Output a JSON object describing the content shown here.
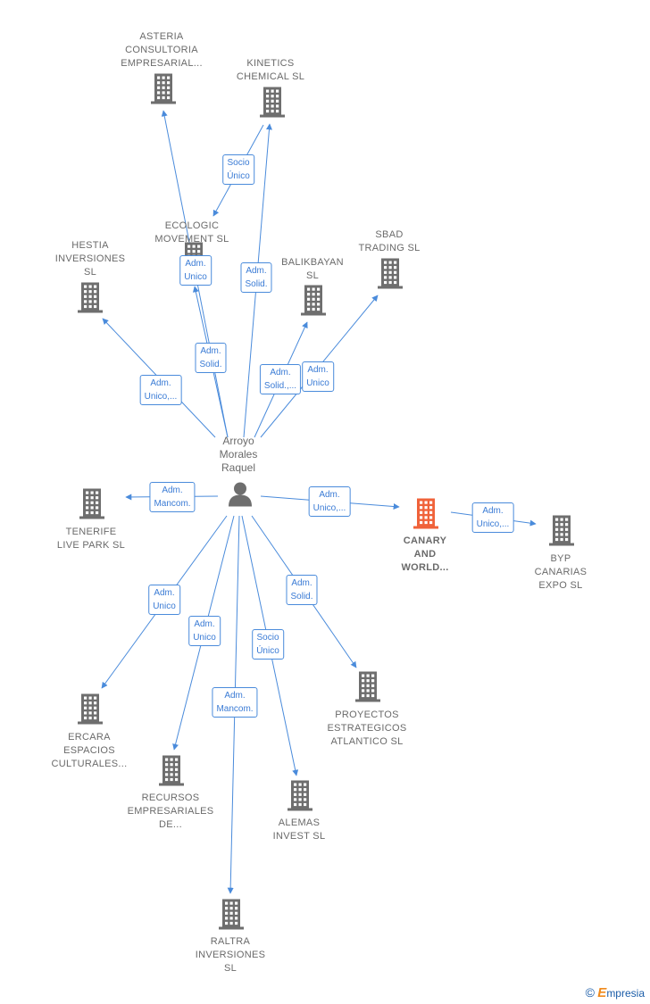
{
  "person": {
    "name_lines": [
      "Arroyo",
      "Morales",
      "Raquel"
    ]
  },
  "nodes": [
    {
      "id": "asteria",
      "lines": [
        "ASTERIA",
        "CONSULTORIA",
        "EMPRESARIAL..."
      ],
      "focus": false
    },
    {
      "id": "kinetics",
      "lines": [
        "KINETICS",
        "CHEMICAL  SL"
      ],
      "focus": false
    },
    {
      "id": "ecologic",
      "lines": [
        "ECOLOGIC",
        "MOVEMENT  SL"
      ],
      "focus": false
    },
    {
      "id": "hestia",
      "lines": [
        "HESTIA",
        "INVERSIONES",
        "SL"
      ],
      "focus": false
    },
    {
      "id": "balikbayan",
      "lines": [
        "BALIKBAYAN",
        "SL"
      ],
      "focus": false
    },
    {
      "id": "sbad",
      "lines": [
        "SBAD",
        "TRADING  SL"
      ],
      "focus": false
    },
    {
      "id": "tenerife",
      "lines": [
        "TENERIFE",
        "LIVE PARK  SL"
      ],
      "focus": false
    },
    {
      "id": "canary",
      "lines": [
        "CANARY",
        "AND",
        "WORLD..."
      ],
      "focus": true
    },
    {
      "id": "byp",
      "lines": [
        "BYP",
        "CANARIAS",
        "EXPO  SL"
      ],
      "focus": false
    },
    {
      "id": "proyectos",
      "lines": [
        "PROYECTOS",
        "ESTRATEGICOS",
        "ATLANTICO  SL"
      ],
      "focus": false
    },
    {
      "id": "ercara",
      "lines": [
        "ERCARA",
        "ESPACIOS",
        "CULTURALES..."
      ],
      "focus": false
    },
    {
      "id": "recursos",
      "lines": [
        "RECURSOS",
        "EMPRESARIALES",
        "DE..."
      ],
      "focus": false
    },
    {
      "id": "alemas",
      "lines": [
        "ALEMAS",
        "INVEST  SL"
      ],
      "focus": false
    },
    {
      "id": "raltra",
      "lines": [
        "RALTRA",
        "INVERSIONES",
        "SL"
      ],
      "focus": false
    }
  ],
  "edges": [
    {
      "from": "person",
      "to": "asteria",
      "label": [
        "Adm.",
        "Solid."
      ]
    },
    {
      "from": "kinetics",
      "to": "ecologic",
      "label": [
        "Socio",
        "Único"
      ]
    },
    {
      "from": "person",
      "to": "ecologic",
      "label": [
        "Adm.",
        "Unico"
      ]
    },
    {
      "from": "person",
      "to": "kinetics",
      "label": [
        "Adm.",
        "Solid."
      ]
    },
    {
      "from": "person",
      "to": "hestia",
      "label": [
        "Adm.",
        "Unico,..."
      ]
    },
    {
      "from": "person",
      "to": "balikbayan",
      "label": [
        "Adm.",
        "Solid.,..."
      ]
    },
    {
      "from": "person",
      "to": "sbad",
      "label": [
        "Adm.",
        "Unico"
      ]
    },
    {
      "from": "person",
      "to": "tenerife",
      "label": [
        "Adm.",
        "Mancom."
      ]
    },
    {
      "from": "person",
      "to": "canary",
      "label": [
        "Adm.",
        "Unico,..."
      ]
    },
    {
      "from": "canary",
      "to": "byp",
      "label": [
        "Adm.",
        "Unico,..."
      ]
    },
    {
      "from": "person",
      "to": "proyectos",
      "label": [
        "Adm.",
        "Solid."
      ]
    },
    {
      "from": "person",
      "to": "ercara",
      "label": [
        "Adm.",
        "Unico"
      ]
    },
    {
      "from": "person",
      "to": "recursos",
      "label": [
        "Adm.",
        "Unico"
      ]
    },
    {
      "from": "person",
      "to": "alemas",
      "label": [
        "Socio",
        "Único"
      ]
    },
    {
      "from": "person",
      "to": "raltra",
      "label": [
        "Adm.",
        "Mancom."
      ]
    }
  ],
  "colors": {
    "edge": "#4a8bdb",
    "building": "#6e6e6e",
    "focus_building": "#f0623a",
    "person": "#6e6e6e"
  },
  "icons": {
    "company": "building-icon",
    "person": "person-icon"
  },
  "brand": {
    "copyright": "©",
    "initial": "E",
    "rest": "mpresia"
  }
}
